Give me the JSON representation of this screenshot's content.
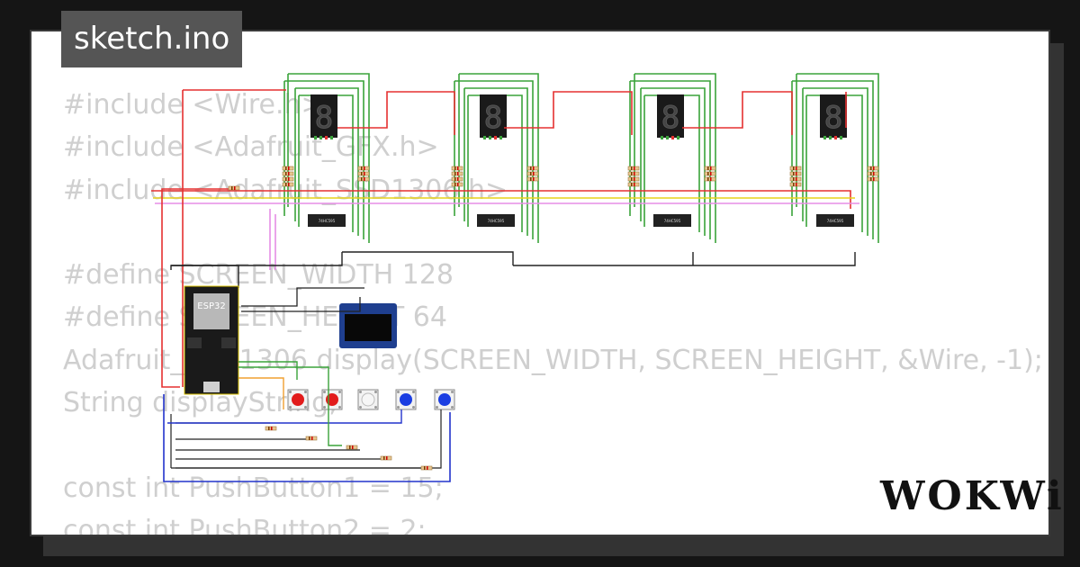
{
  "window": {
    "title": "sketch.ino"
  },
  "code_lines": [
    "#include <Wire.h>",
    "#include <Adafruit_GFX.h>",
    "#include <Adafruit_SSD1306.h>",
    "",
    "#define SCREEN_WIDTH 128",
    "#define SCREEN_HEIGHT 64",
    "Adafruit_SSD1306 display(SCREEN_WIDTH, SCREEN_HEIGHT, &Wire, -1);",
    "String displayString;",
    "",
    "const int PushButton1 = 15;",
    "const int PushButton2 = 2;"
  ],
  "board": {
    "label": "ESP32"
  },
  "shift_register_label": "74HC595",
  "seven_segment_digit": "8",
  "brand": {
    "logo": "WOKWi"
  },
  "icons": {
    "logo": "wokwi-logo",
    "chip": "esp32-board",
    "display": "oled-display"
  },
  "colors": {
    "wire_green": "#3aa33a",
    "wire_red": "#e53030",
    "wire_black": "#222222",
    "wire_pink": "#e58ee5",
    "wire_yellow": "#e8d21a",
    "wire_blue": "#2233cc",
    "wire_orange": "#f0a030",
    "button_red": "#e21b1b",
    "button_blue": "#1b3ee2"
  }
}
